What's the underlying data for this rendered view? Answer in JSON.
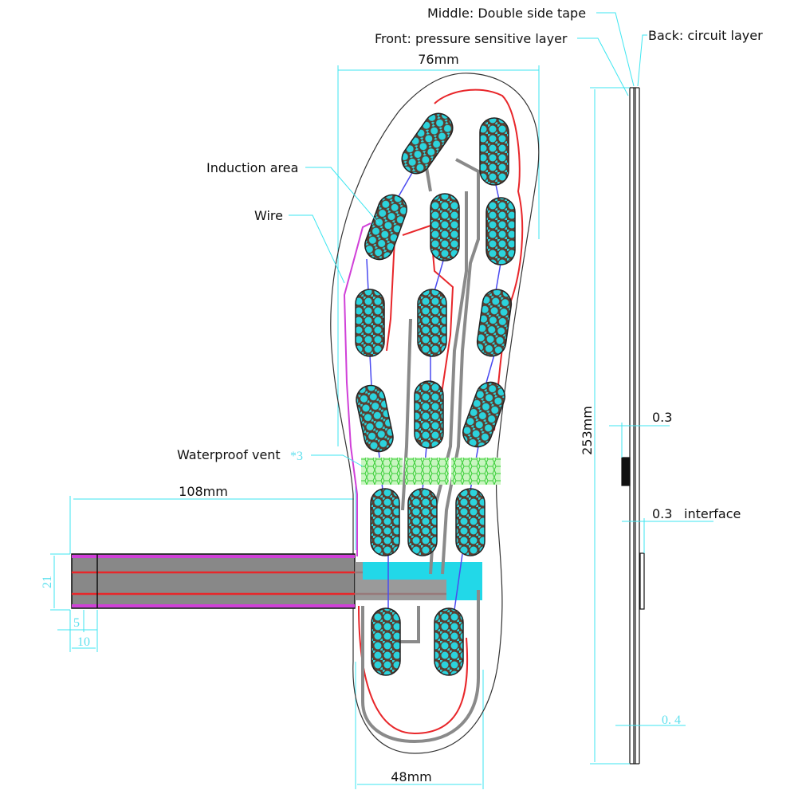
{
  "labels": {
    "middle_layer": "Middle: Double side tape",
    "front_layer": "Front: pressure sensitive layer",
    "back_layer": "Back: circuit layer",
    "induction_area": "Induction area",
    "wire": "Wire",
    "waterproof_vent": "Waterproof vent",
    "vent_count": "*3",
    "interface": "interface"
  },
  "dimensions": {
    "width_top": "76mm",
    "tail_length": "108mm",
    "width_heel": "48mm",
    "length": "253mm",
    "tail_width": "21",
    "tail_5": "5",
    "tail_10": "10",
    "thickness_front": "0.3",
    "thickness_back": "0.3",
    "thickness_total": "0. 4"
  },
  "colors": {
    "dimension": "#3ee6f0",
    "outline_red": "#e8262a",
    "trace_gray": "#8a8a8a",
    "sensor_fill": "#6b4a3a",
    "sensor_dots": "#2cd3dc",
    "vent": "#5ee05a",
    "wire_magenta": "#d040d8",
    "trace_blue": "#4a4af0"
  }
}
